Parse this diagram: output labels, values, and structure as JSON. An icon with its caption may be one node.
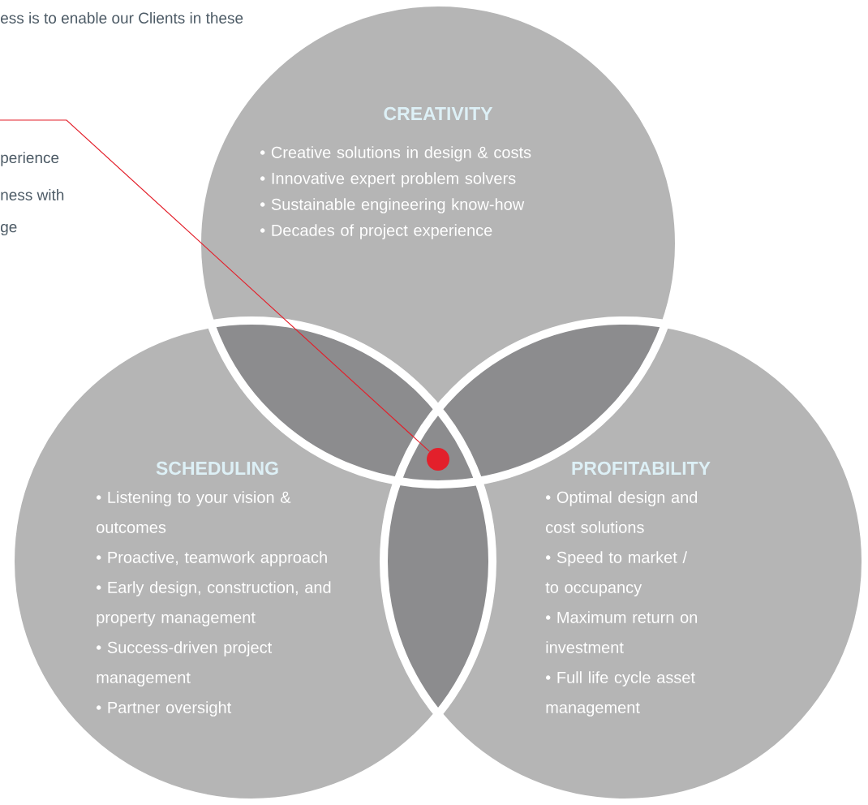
{
  "diagram": {
    "nodes": [
      {
        "text": [
          "CREATIVITY",
          "• Creative solutions in design & costs",
          "• Innovative expert problem solvers",
          "• Sustainable engineering know-how",
          "• Decades of project experience"
        ]
      },
      {
        "text": [
          "SCHEDULING",
          "• Listening to your vision & outcomes",
          "• Proactive, teamwork approach",
          "• Early design, construction, and property management",
          "• Success-driven project management",
          "• Partner oversight"
        ]
      },
      {
        "text": [
          "PROFITABILITY",
          "• Optimal design and cost solutions",
          "• Speed to market / to occupancy",
          "• Maximum return on investment",
          "• Full life cycle asset management"
        ]
      },
      {
        "text": [],
        "shape": "circle"
      }
    ],
    "edges": [
      {
        "from": null,
        "to": 3,
        "arrow": "none",
        "color": "#e3202b"
      }
    ],
    "labels": [
      "ess is to enable our Clients in these",
      "perience",
      "ness with",
      "ge"
    ]
  }
}
